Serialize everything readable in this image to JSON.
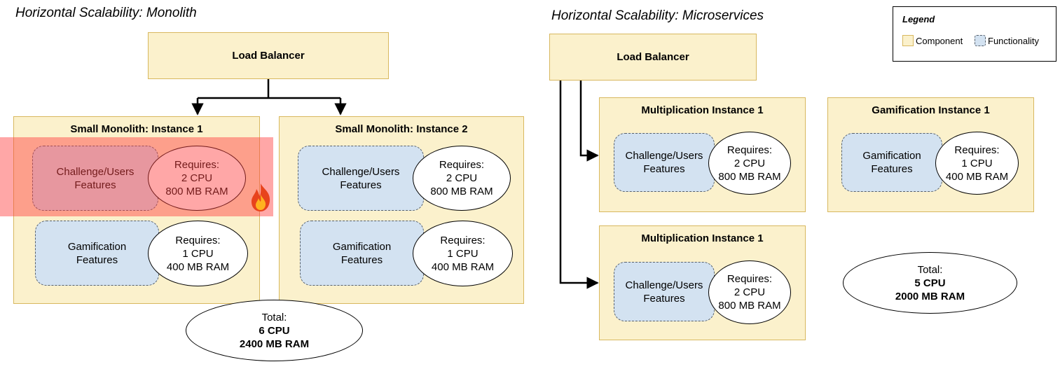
{
  "monolith": {
    "heading": "Horizontal Scalability: Monolith",
    "load_balancer": "Load Balancer",
    "instances": [
      {
        "title": "Small Monolith: Instance 1",
        "functions": [
          {
            "label_lines": [
              "Challenge/Users",
              "Features"
            ],
            "requires": [
              "Requires:",
              "2 CPU",
              "800 MB RAM"
            ],
            "hot": true
          },
          {
            "label_lines": [
              "Gamification",
              "Features"
            ],
            "requires": [
              "Requires:",
              "1 CPU",
              "400 MB RAM"
            ]
          }
        ]
      },
      {
        "title": "Small Monolith: Instance 2",
        "functions": [
          {
            "label_lines": [
              "Challenge/Users",
              "Features"
            ],
            "requires": [
              "Requires:",
              "2 CPU",
              "800 MB RAM"
            ]
          },
          {
            "label_lines": [
              "Gamification",
              "Features"
            ],
            "requires": [
              "Requires:",
              "1 CPU",
              "400 MB RAM"
            ]
          }
        ]
      }
    ],
    "total": {
      "label": "Total:",
      "cpu": "6 CPU",
      "ram": "2400 MB RAM"
    },
    "hot_icon": "fire-icon"
  },
  "microservices": {
    "heading": "Horizontal Scalability: Microservices",
    "load_balancer": "Load Balancer",
    "instances": [
      {
        "title": "Multiplication Instance 1",
        "label_lines": [
          "Challenge/Users",
          "Features"
        ],
        "requires": [
          "Requires:",
          "2 CPU",
          "800 MB RAM"
        ]
      },
      {
        "title": "Gamification Instance 1",
        "label_lines": [
          "Gamification",
          "Features"
        ],
        "requires": [
          "Requires:",
          "1 CPU",
          "400 MB RAM"
        ]
      },
      {
        "title": "Multiplication Instance 1",
        "label_lines": [
          "Challenge/Users",
          "Features"
        ],
        "requires": [
          "Requires:",
          "2 CPU",
          "800 MB RAM"
        ]
      }
    ],
    "total": {
      "label": "Total:",
      "cpu": "5 CPU",
      "ram": "2000 MB RAM"
    }
  },
  "legend": {
    "title": "Legend",
    "items": [
      {
        "label": "Component",
        "kind": "component"
      },
      {
        "label": "Functionality",
        "kind": "functionality"
      }
    ]
  },
  "colors": {
    "component_fill": "#fbf1cc",
    "component_border": "#d8b85f",
    "functionality_fill": "#d3e2f1",
    "highlight": "#ff3c3c"
  }
}
